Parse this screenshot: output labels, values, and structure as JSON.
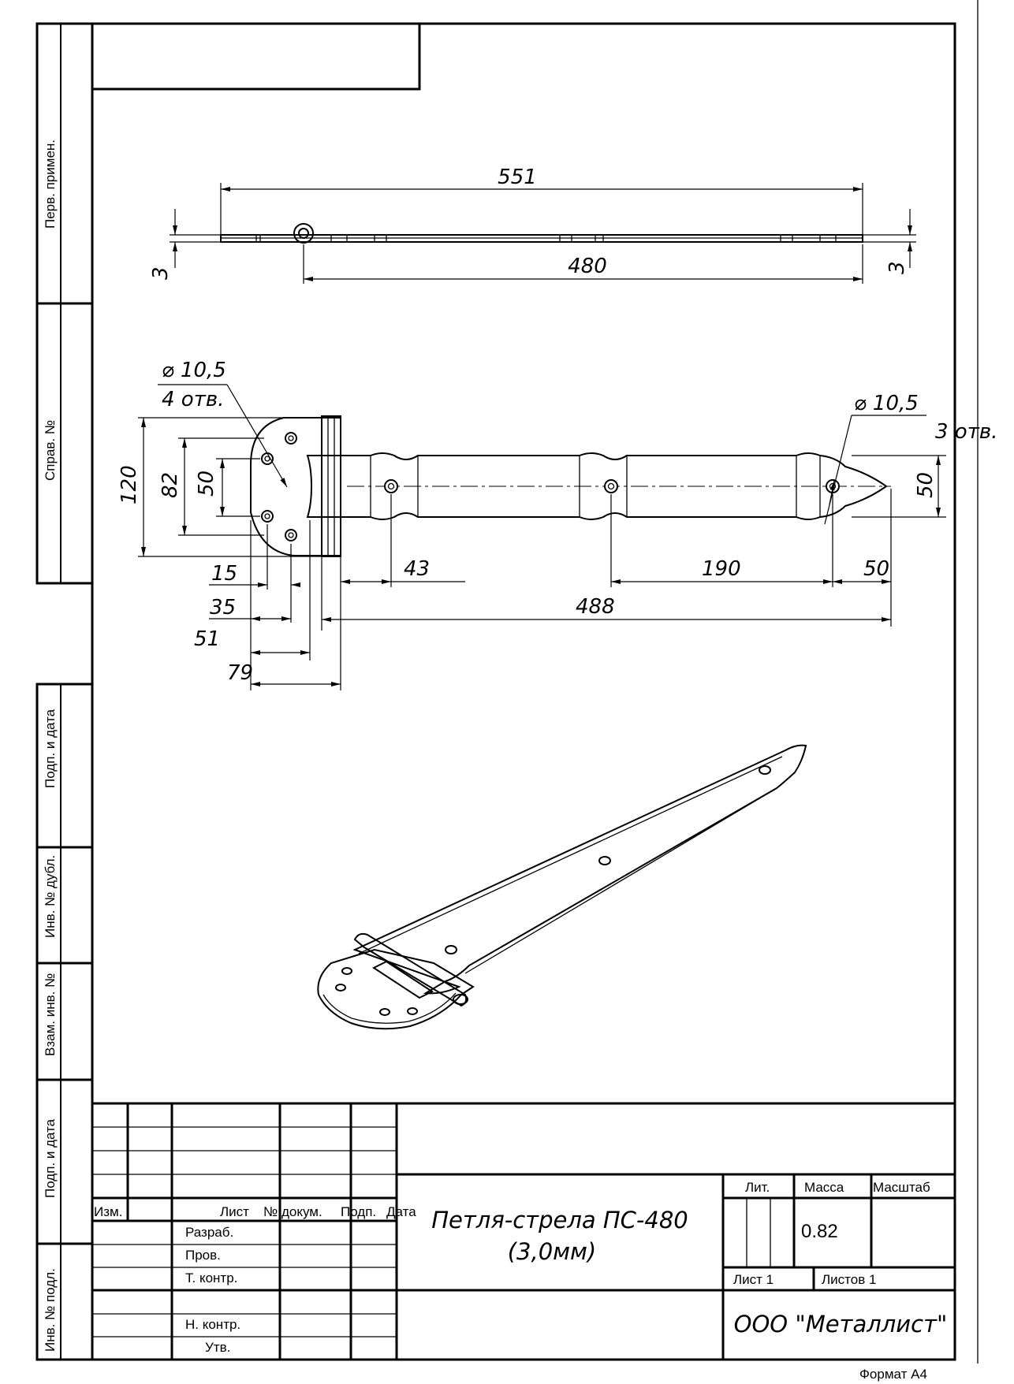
{
  "side_labels": {
    "perv_primen": "Перв. примен.",
    "sprav_no": "Справ. №",
    "podp_data_1": "Подп. и дата",
    "inv_dubl": "Инв. № дубл.",
    "vzam_inv": "Взам. инв. №",
    "podp_data_2": "Подп. и дата",
    "inv_podl": "Инв. № подл."
  },
  "dimensions": {
    "top_length": "551",
    "top_span": "480",
    "thickness_left": "3",
    "thickness_right": "3",
    "holes_diam_left": "⌀ 10,5",
    "holes_count_left": "4 отв.",
    "holes_diam_right": "⌀ 10,5",
    "holes_count_right": "3 отв.",
    "height_120": "120",
    "height_82": "82",
    "height_50_left": "50",
    "height_50_right": "50",
    "d15": "15",
    "d35": "35",
    "d51": "51",
    "d79": "79",
    "d43": "43",
    "d190": "190",
    "d50_bottom": "50",
    "d488": "488"
  },
  "title_block": {
    "col_izm": "Изм.",
    "col_list": "Лист",
    "col_dokum": "№ докум.",
    "col_podp": "Подп.",
    "col_data": "Дата",
    "razrab": "Разраб.",
    "prov": "Пров.",
    "t_kontr": "Т. контр.",
    "n_kontr": "Н. контр.",
    "utv": "Утв.",
    "title_line1": "Петля-стрела ПС-480",
    "title_line2": "(3,0мм)",
    "lit": "Лит.",
    "massa": "Масса",
    "masshtab": "Масштаб",
    "massa_value": "0.82",
    "list": "Лист 1",
    "listov": "Листов 1",
    "company": "ООО \"Металлист\"",
    "format": "Формат А4"
  }
}
